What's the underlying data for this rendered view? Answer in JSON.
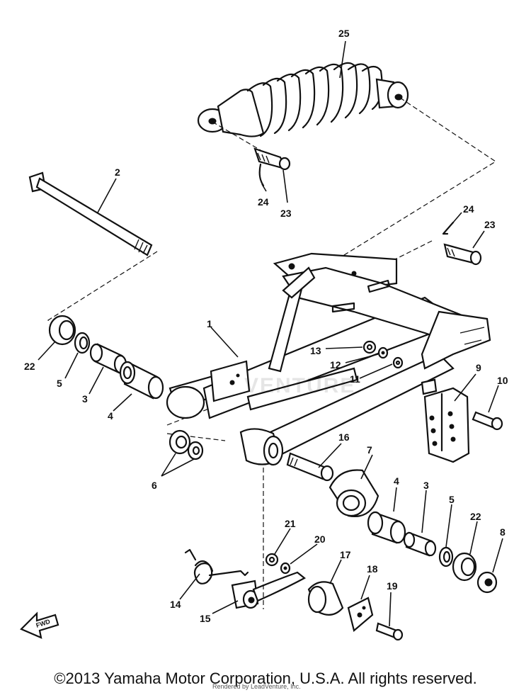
{
  "footer": {
    "copyright": "©2013 Yamaha Motor Corporation, U.S.A. All rights reserved.",
    "credit": "Rendered by LeadVenture, Inc."
  },
  "watermark": "VENTURE",
  "fwd_label": "FWD",
  "callouts": {
    "c1": "1",
    "c2": "2",
    "c3a": "3",
    "c3b": "3",
    "c4a": "4",
    "c4b": "4",
    "c5a": "5",
    "c5b": "5",
    "c6": "6",
    "c7": "7",
    "c8": "8",
    "c9": "9",
    "c10": "10",
    "c11": "11",
    "c12": "12",
    "c13": "13",
    "c14": "14",
    "c15": "15",
    "c16": "16",
    "c17": "17",
    "c18": "18",
    "c19": "19",
    "c20": "20",
    "c21": "21",
    "c22a": "22",
    "c22b": "22",
    "c23a": "23",
    "c23b": "23",
    "c24a": "24",
    "c24b": "24",
    "c25": "25"
  }
}
